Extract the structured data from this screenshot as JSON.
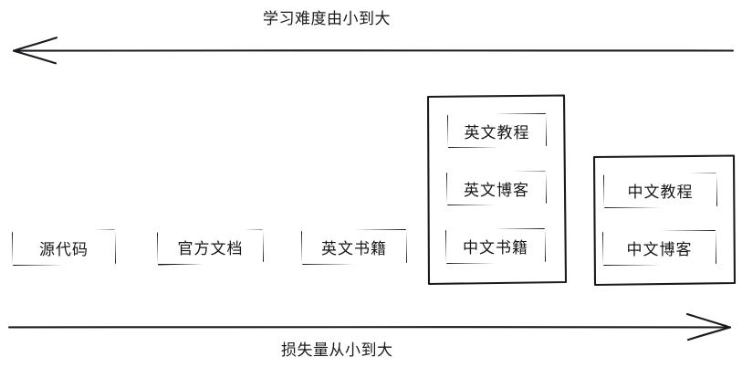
{
  "diagram": {
    "title_top": "学习难度由小到大",
    "title_bottom": "损失量从小到大",
    "stroke_color": "#1b1b1f",
    "background": "#ffffff",
    "axes": [
      {
        "name": "learning-difficulty-axis",
        "label": "学习难度由小到大",
        "direction": "left",
        "position": "top"
      },
      {
        "name": "information-loss-axis",
        "label": "损失量从小到大",
        "direction": "right",
        "position": "bottom"
      }
    ],
    "nodes": [
      {
        "id": "source-code",
        "label": "源代码"
      },
      {
        "id": "official-docs",
        "label": "官方文档"
      },
      {
        "id": "english-books",
        "label": "英文书籍"
      },
      {
        "id": "english-tutorial",
        "label": "英文教程"
      },
      {
        "id": "english-blog",
        "label": "英文博客"
      },
      {
        "id": "chinese-books",
        "label": "中文书籍"
      },
      {
        "id": "chinese-tutorial",
        "label": "中文教程"
      },
      {
        "id": "chinese-blog",
        "label": "中文博客"
      }
    ],
    "groups": [
      {
        "id": "english-group",
        "members": [
          "英文教程",
          "英文博客",
          "中文书籍"
        ]
      },
      {
        "id": "chinese-group",
        "members": [
          "中文教程",
          "中文博客"
        ]
      }
    ]
  }
}
